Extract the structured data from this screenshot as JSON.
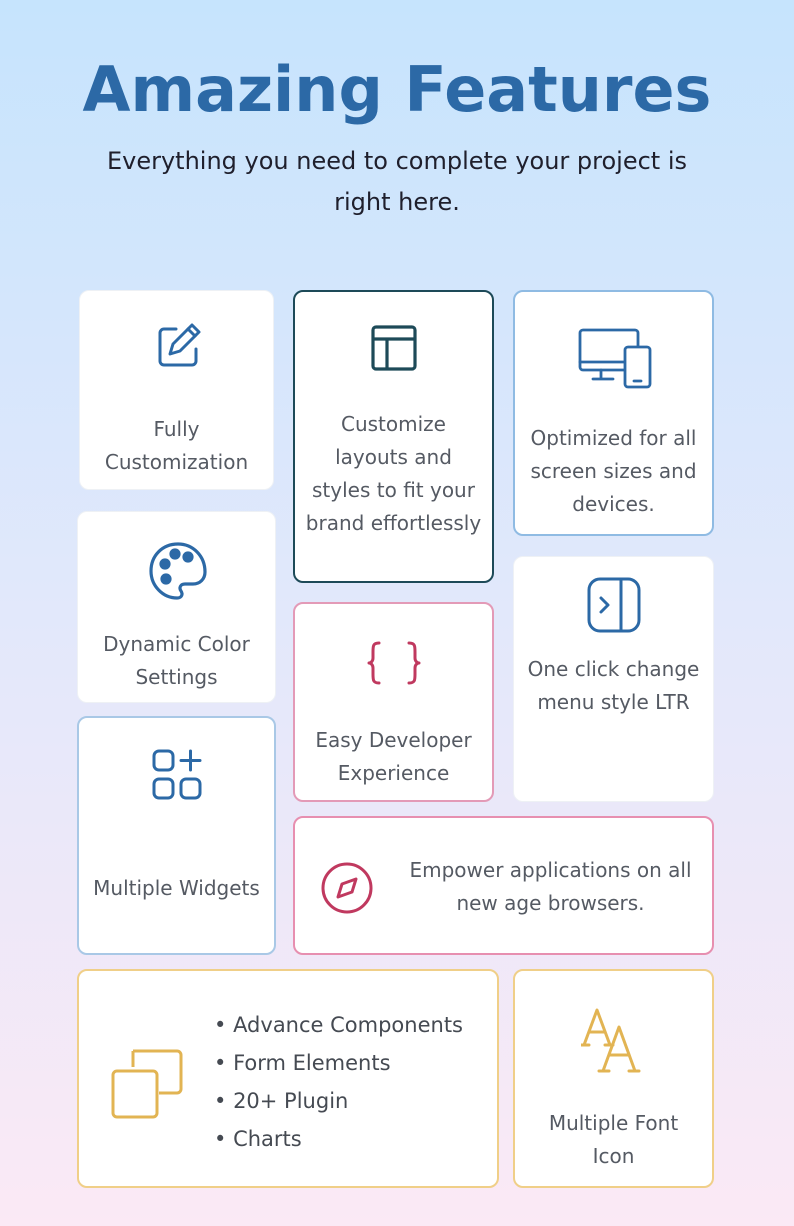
{
  "header": {
    "title": "Amazing Features",
    "subtitle": "Everything you need to complete your project is right here."
  },
  "colors": {
    "title": "#2c69a6",
    "icon_blue": "#2c69a6",
    "icon_dark": "#1d4a58",
    "icon_pink": "#c0395f",
    "icon_gold": "#e2b453"
  },
  "cards": [
    {
      "icon": "edit-icon",
      "label": "Fully Customization"
    },
    {
      "icon": "layout-icon",
      "label": "Customize layouts and styles to fit your brand effortlessly"
    },
    {
      "icon": "devices-icon",
      "label": "Optimized for all screen sizes and devices."
    },
    {
      "icon": "palette-icon",
      "label": "Dynamic Color Settings"
    },
    {
      "icon": "code-braces-icon",
      "label": "Easy Developer Experience"
    },
    {
      "icon": "sidebar-toggle-icon",
      "label": "One click change menu style LTR"
    },
    {
      "icon": "widgets-icon",
      "label": "Multiple Widgets"
    },
    {
      "icon": "compass-icon",
      "label": "Empower applications on all new age browsers."
    },
    {
      "icon": "copy-squares-icon",
      "items": [
        "Advance Components",
        "Form Elements",
        "20+ Plugin",
        "Charts"
      ]
    },
    {
      "icon": "font-icon",
      "label": "Multiple Font Icon"
    }
  ]
}
